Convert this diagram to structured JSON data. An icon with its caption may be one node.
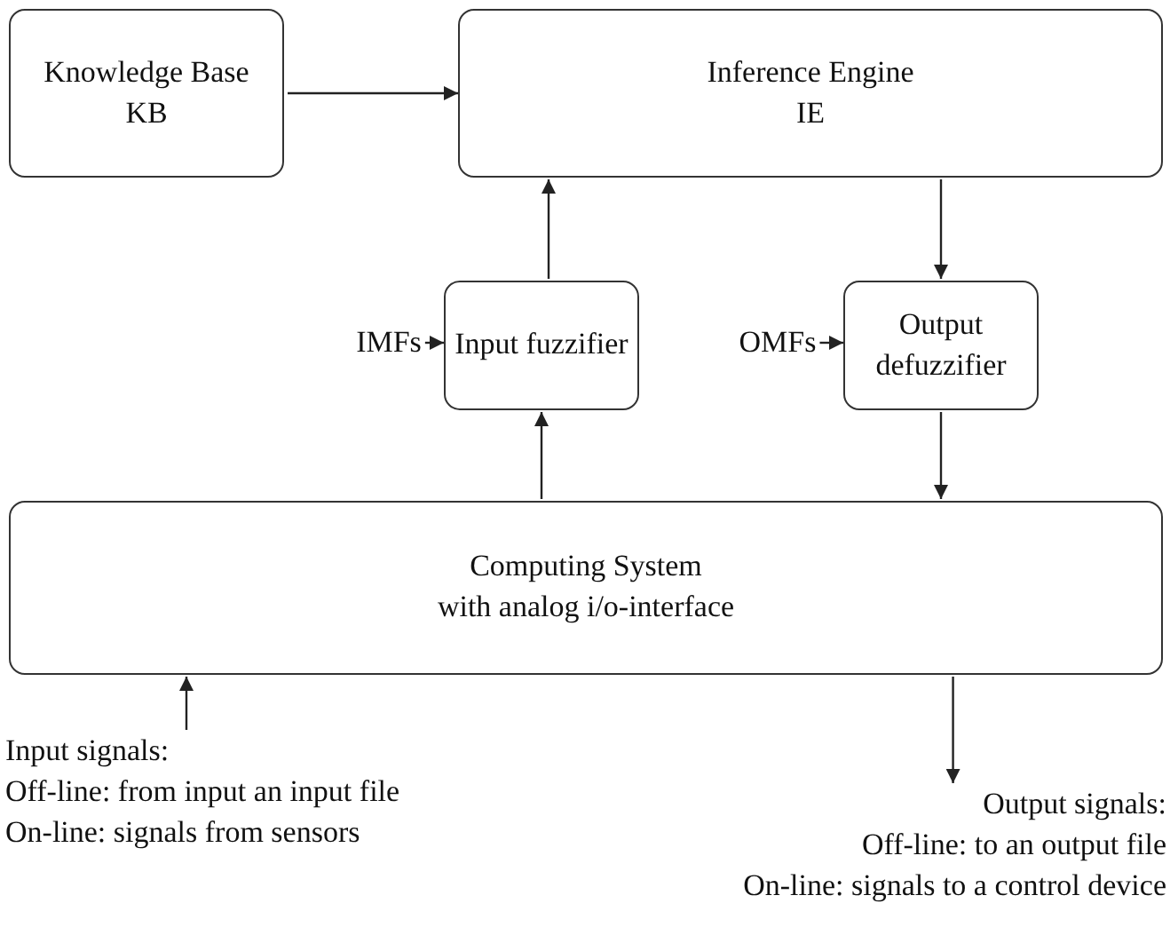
{
  "diagram": {
    "nodes": [
      {
        "text": [
          "Knowledge Base",
          "KB"
        ]
      },
      {
        "text": [
          "Inference Engine",
          "IE"
        ]
      },
      {
        "text": [
          "IMFs"
        ]
      },
      {
        "text": [
          "Input fuzzifier"
        ]
      },
      {
        "text": [
          "OMFs"
        ]
      },
      {
        "text": [
          "Output defuzzifier"
        ]
      },
      {
        "text": [
          "Computing System",
          "with analog i/o-interface"
        ]
      },
      {
        "text": [
          "Input signals:",
          "Off-line: from input an input file",
          "On-line: signals from sensors"
        ]
      },
      {
        "text": [
          "Output signals:",
          "Off-line: to an output file",
          "On-line: signals to a control device"
        ]
      }
    ],
    "edges": [
      {
        "from": 0,
        "to": 1,
        "arrow": "to"
      },
      {
        "from": 3,
        "to": 1,
        "arrow": "to"
      },
      {
        "from": 1,
        "to": 5,
        "arrow": "to"
      },
      {
        "from": 2,
        "to": 3,
        "arrow": "to"
      },
      {
        "from": 4,
        "to": 5,
        "arrow": "to"
      },
      {
        "from": 6,
        "to": 3,
        "arrow": "to"
      },
      {
        "from": 5,
        "to": 6,
        "arrow": "to"
      },
      {
        "from": 7,
        "to": 6,
        "arrow": "to"
      },
      {
        "from": 6,
        "to": 8,
        "arrow": "to"
      }
    ]
  }
}
